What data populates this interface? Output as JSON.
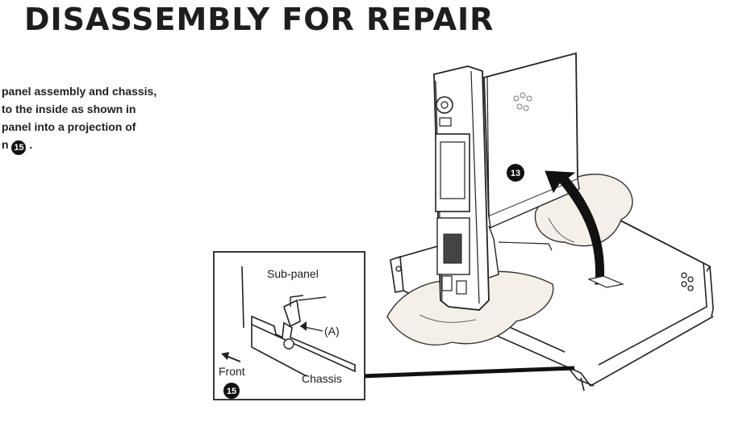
{
  "heading": "DISASSEMBLY FOR REPAIR",
  "paragraph": {
    "line1": "panel assembly and chassis,",
    "line2": "to the inside as shown in",
    "line3": "panel into a projection of",
    "line4_prefix": "n",
    "line4_ref": "15",
    "line4_suffix": "."
  },
  "figure": {
    "step_marker_main": "13",
    "inset": {
      "subpanel_label": "Sub-panel",
      "point_label": "(A)",
      "front_label": "Front",
      "chassis_label": "Chassis",
      "step_marker": "15"
    }
  }
}
